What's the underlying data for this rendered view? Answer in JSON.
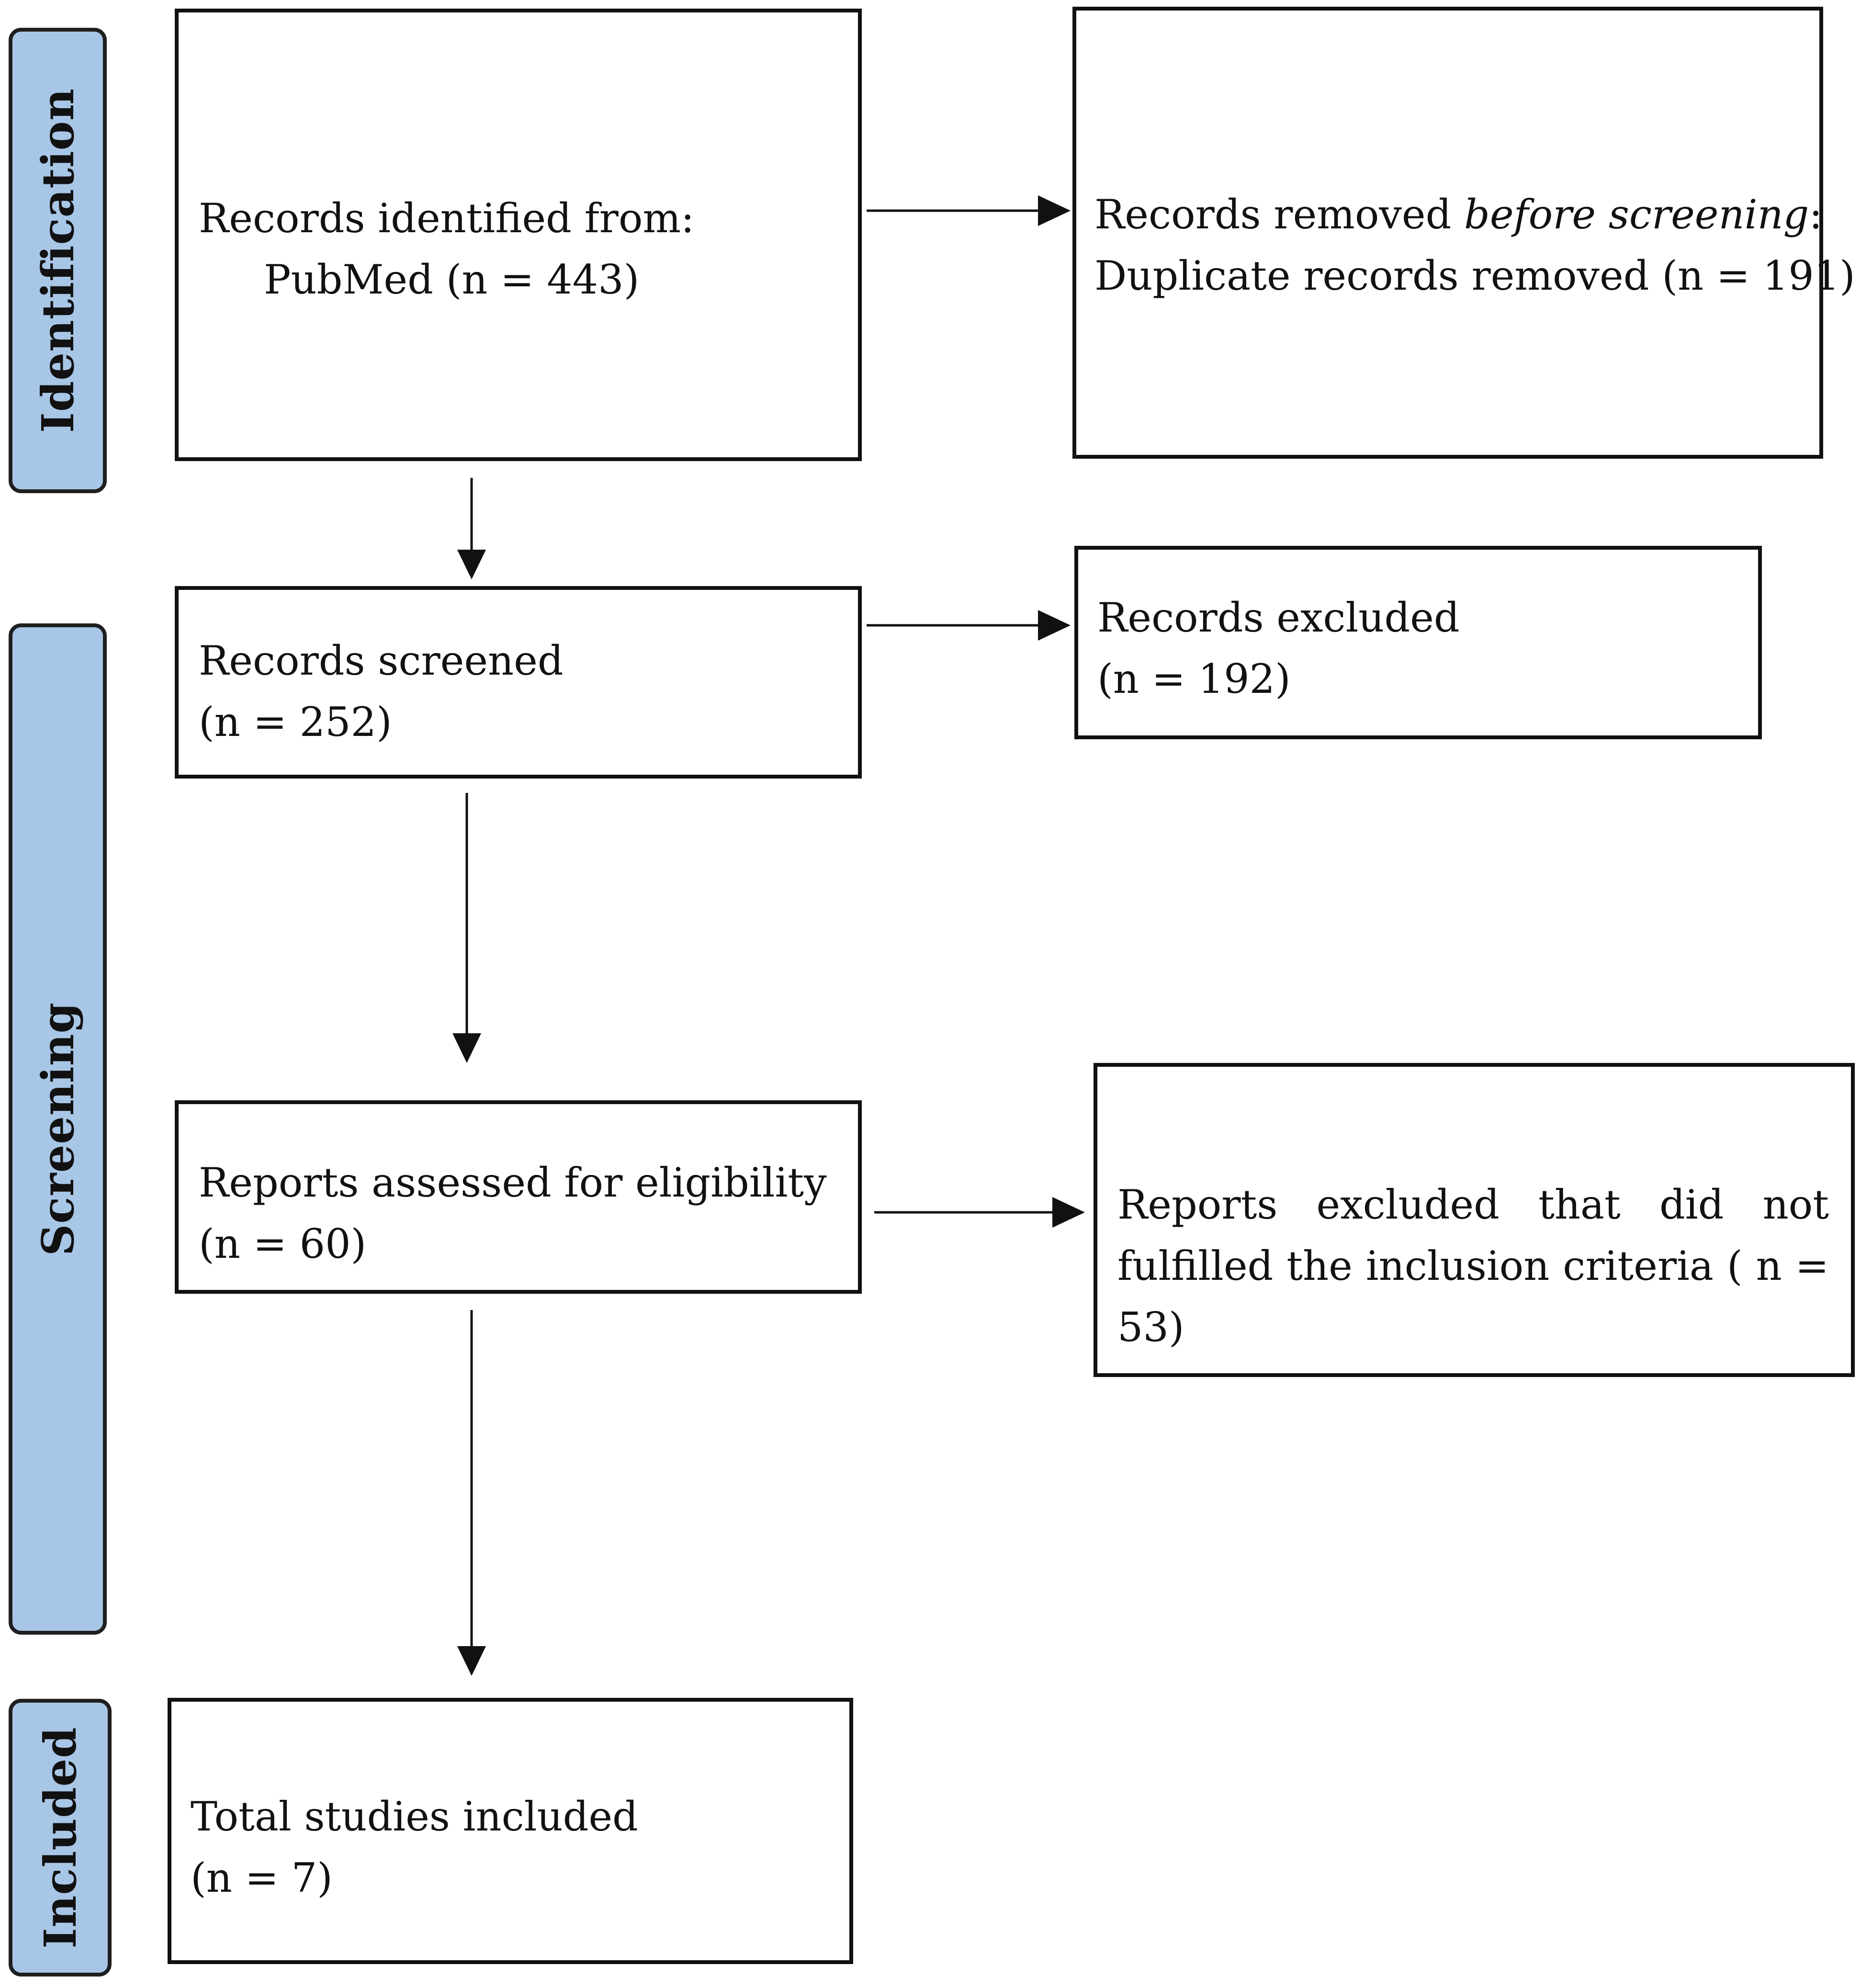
{
  "stages": {
    "identification": "Identification",
    "screening": "Screening",
    "included": "Included"
  },
  "boxes": {
    "identified": {
      "line1": "Records identified from:",
      "line2": "PubMed (n = 443)"
    },
    "removed": {
      "line1_prefix": "Records removed ",
      "line1_italic": "before screening",
      "line1_suffix": ":",
      "line2": "Duplicate records removed (n = 191)"
    },
    "screened": {
      "line1": "Records screened",
      "line2": "(n = 252)"
    },
    "excluded": {
      "line1": "Records excluded",
      "line2": "(n = 192)"
    },
    "assessed": {
      "line1": "Reports assessed for eligibility",
      "line2": "(n = 60)"
    },
    "reports_excluded": {
      "text": "Reports excluded that did not fulfilled the inclusion criteria ( n = 53)"
    },
    "included": {
      "line1": "Total studies included",
      "line2": "(n = 7)"
    }
  }
}
